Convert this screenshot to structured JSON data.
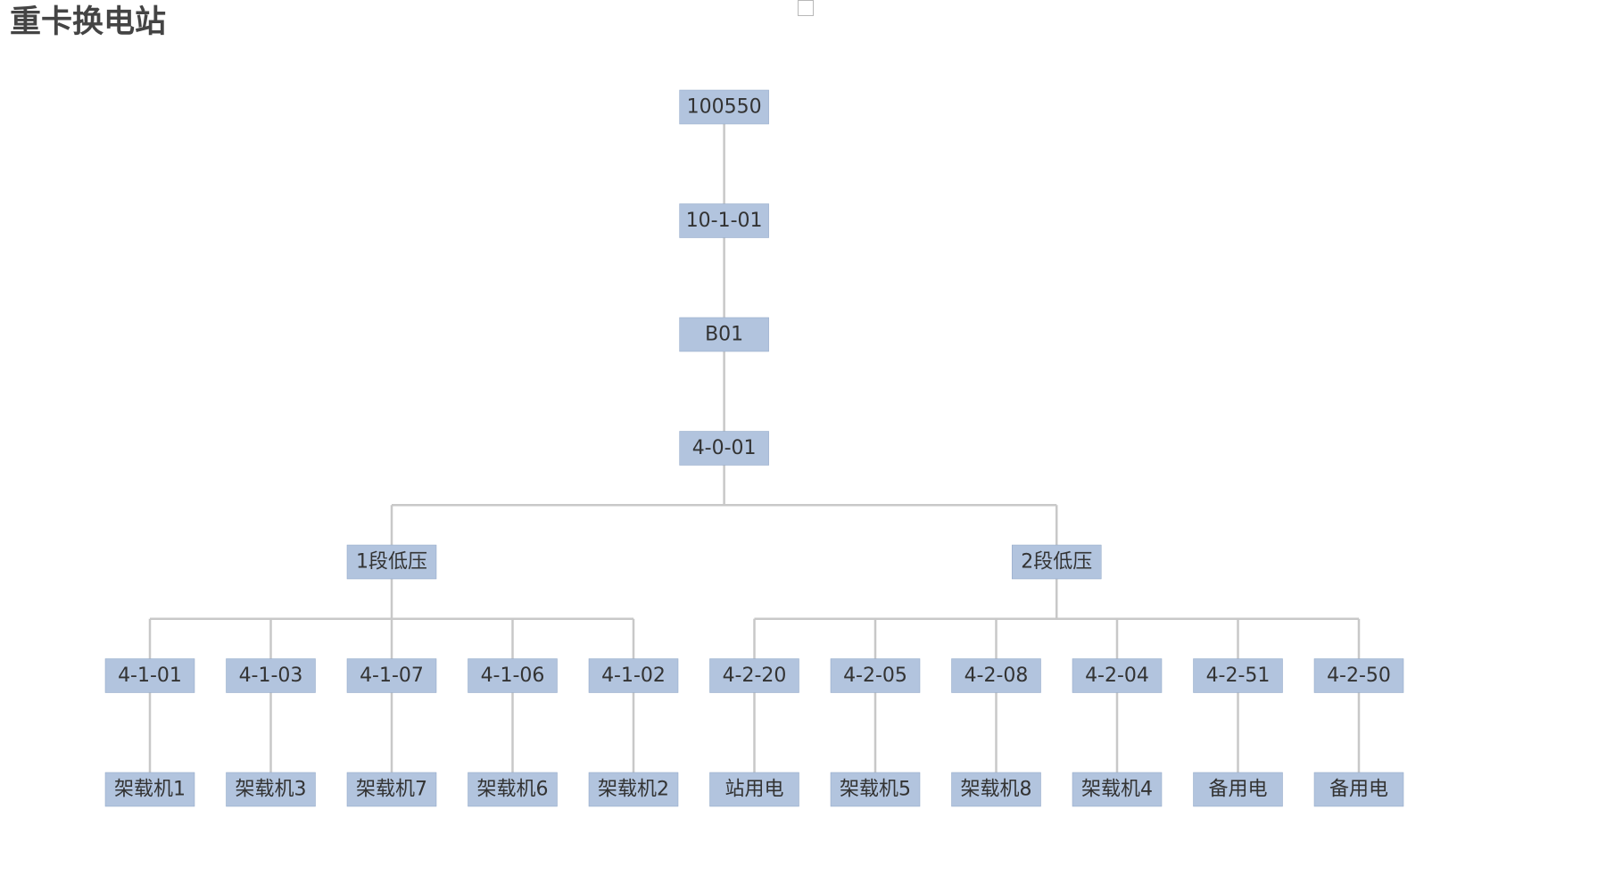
{
  "header": {
    "title": "重卡换电站"
  },
  "tree": {
    "label": "100550",
    "children": [
      {
        "label": "10-1-01",
        "children": [
          {
            "label": "B01",
            "children": [
              {
                "label": "4-0-01",
                "children": [
                  {
                    "label": "1段低压",
                    "children": [
                      {
                        "label": "4-1-01",
                        "children": [
                          {
                            "label": "架载机1"
                          }
                        ]
                      },
                      {
                        "label": "4-1-03",
                        "children": [
                          {
                            "label": "架载机3"
                          }
                        ]
                      },
                      {
                        "label": "4-1-07",
                        "children": [
                          {
                            "label": "架载机7"
                          }
                        ]
                      },
                      {
                        "label": "4-1-06",
                        "children": [
                          {
                            "label": "架载机6"
                          }
                        ]
                      },
                      {
                        "label": "4-1-02",
                        "children": [
                          {
                            "label": "架载机2"
                          }
                        ]
                      }
                    ]
                  },
                  {
                    "label": "2段低压",
                    "children": [
                      {
                        "label": "4-2-20",
                        "children": [
                          {
                            "label": "站用电"
                          }
                        ]
                      },
                      {
                        "label": "4-2-05",
                        "children": [
                          {
                            "label": "架载机5"
                          }
                        ]
                      },
                      {
                        "label": "4-2-08",
                        "children": [
                          {
                            "label": "架载机8"
                          }
                        ]
                      },
                      {
                        "label": "4-2-04",
                        "children": [
                          {
                            "label": "架载机4"
                          }
                        ]
                      },
                      {
                        "label": "4-2-51",
                        "children": [
                          {
                            "label": "备用电"
                          }
                        ]
                      },
                      {
                        "label": "4-2-50",
                        "children": [
                          {
                            "label": "备用电"
                          }
                        ]
                      }
                    ]
                  }
                ]
              }
            ]
          }
        ]
      }
    ]
  },
  "colors": {
    "node_fill": "#b2c4de",
    "edge": "#c8c8c8",
    "title_text": "#444444",
    "node_text": "#333333"
  }
}
